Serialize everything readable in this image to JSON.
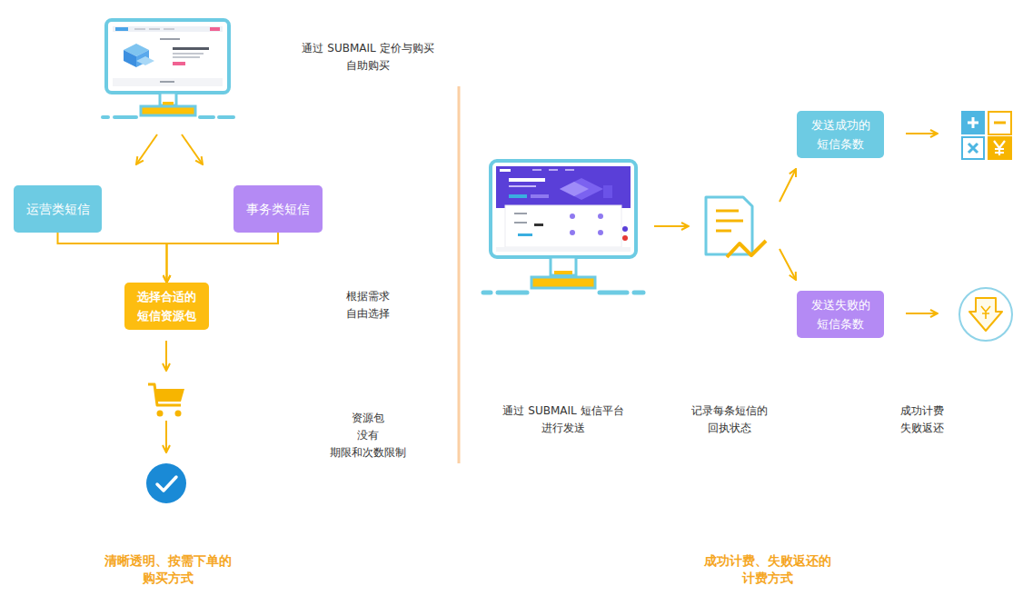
{
  "diagram": {
    "nodes": [
      {
        "text": [
          "运营类短信"
        ]
      },
      {
        "text": [
          "事务类短信"
        ]
      },
      {
        "text": [
          "选择合适的 短信资源包"
        ]
      },
      {
        "text": [
          "发送成功的 短信条数"
        ]
      },
      {
        "text": [
          "发送失败的 短信条数"
        ]
      }
    ],
    "edges": [
      {
        "from": 0,
        "to": 2,
        "arrow": "to"
      },
      {
        "from": 1,
        "to": 2,
        "arrow": "to"
      }
    ],
    "labels": [
      "通过 SUBMAIL 定价与购买 自助购买",
      "根据需求 自由选择",
      "资源包 没有 期限和次数限制",
      "清晰透明、按需下单的 购买方式",
      "通过 SUBMAIL 短信平台 进行发送",
      "记录每条短信的 回执状态",
      "成功计费 失败返还",
      "成功计费、失败返还的 计费方式"
    ]
  }
}
